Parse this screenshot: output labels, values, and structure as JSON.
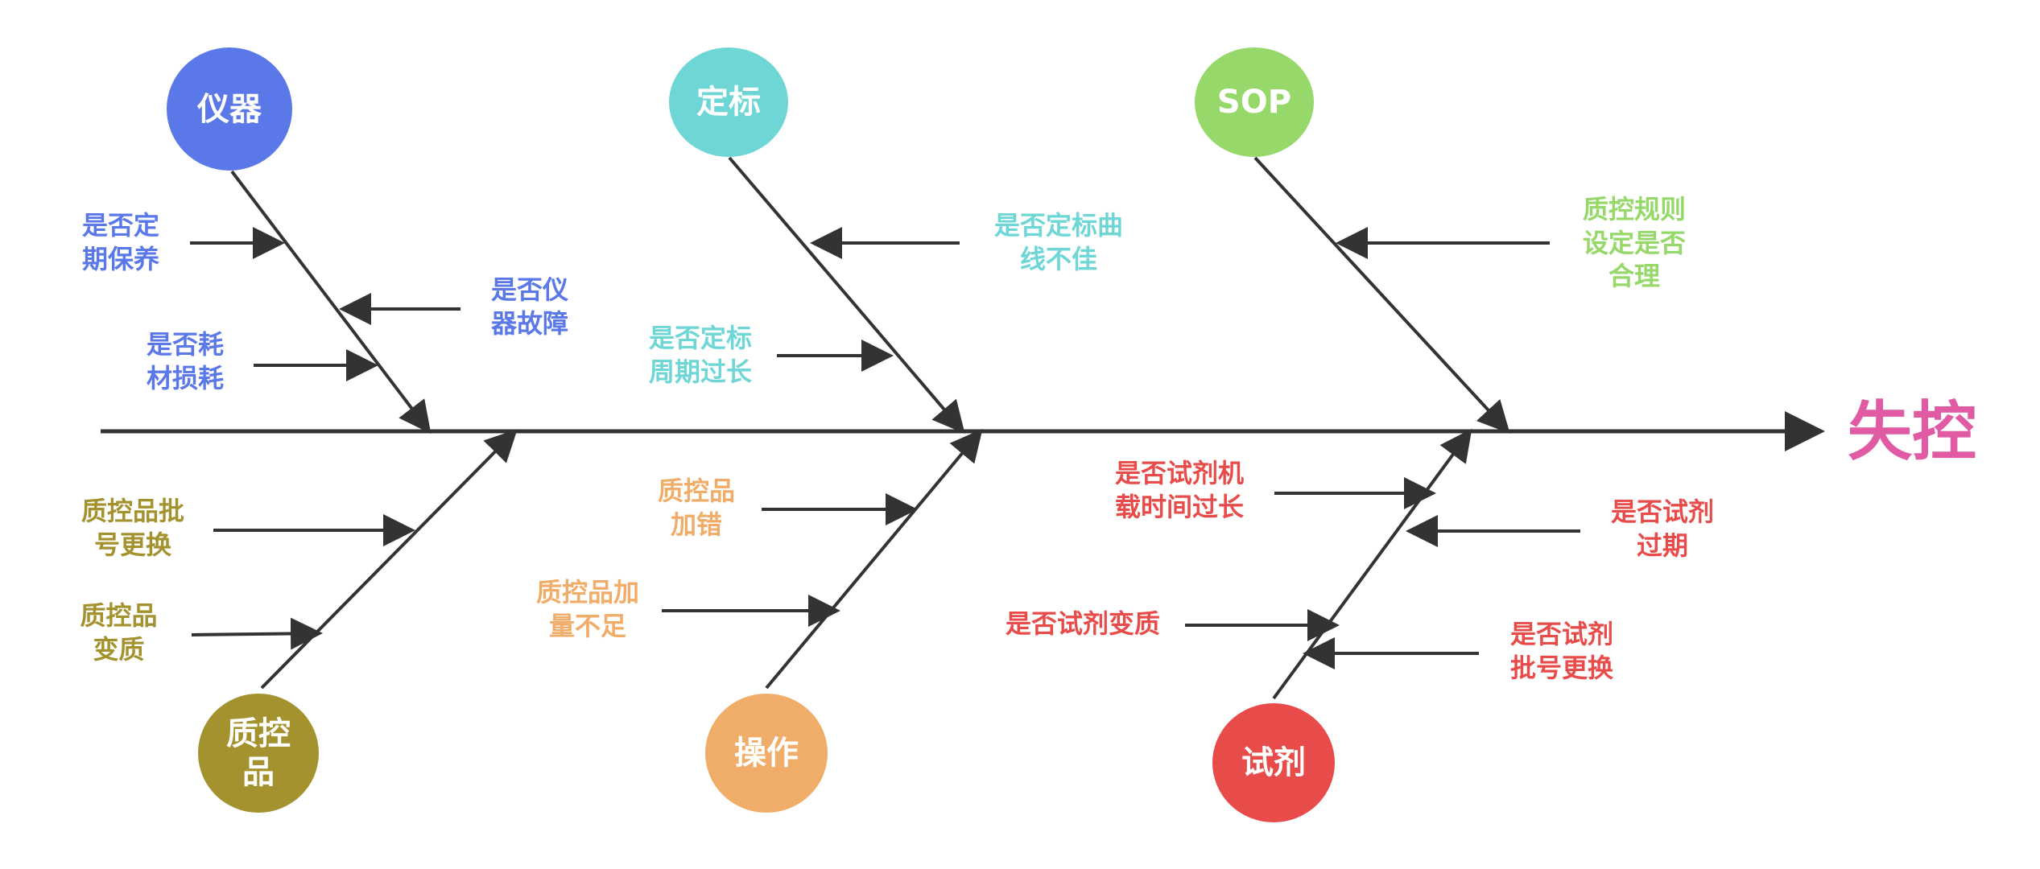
{
  "effect": {
    "label": "失控",
    "color": "#e15aa4"
  },
  "categories": [
    {
      "id": "instrument",
      "label": "仪器",
      "color": "#5b78e8",
      "causes": [
        "是否定\n期保养",
        "是否仪\n器故障",
        "是否耗\n材损耗"
      ]
    },
    {
      "id": "calibration",
      "label": "定标",
      "color": "#6fd6d6",
      "causes": [
        "是否定标曲\n线不佳",
        "是否定标\n周期过长"
      ]
    },
    {
      "id": "sop",
      "label": "SOP",
      "color": "#96d869",
      "causes": [
        "质控规则\n设定是否\n合理"
      ]
    },
    {
      "id": "qc-material",
      "label": "质控\n品",
      "color": "#a3922e",
      "causes": [
        "质控品批\n号更换",
        "质控品\n变质"
      ]
    },
    {
      "id": "operation",
      "label": "操作",
      "color": "#f0ad6a",
      "causes": [
        "质控品\n加错",
        "质控品加\n量不足"
      ]
    },
    {
      "id": "reagent",
      "label": "试剂",
      "color": "#e84c4a",
      "causes": [
        "是否试剂机\n载时间过长",
        "是否试剂\n过期",
        "是否试剂变质",
        "是否试剂\n批号更换"
      ]
    }
  ]
}
